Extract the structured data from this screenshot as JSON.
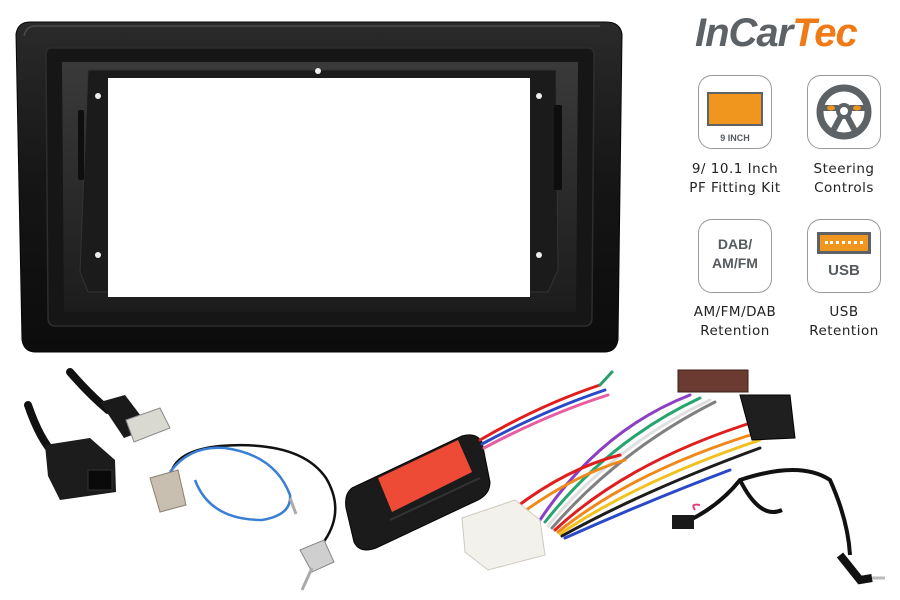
{
  "brand": {
    "logo_part1": "InCar",
    "logo_part2": "Tec",
    "color_gray": "#5d6266",
    "color_orange": "#f07a16"
  },
  "features": [
    {
      "id": "fitting-kit",
      "icon": "screen-9inch-icon",
      "icon_text": "9 INCH",
      "label_line1": "9/ 10.1 Inch",
      "label_line2": "PF Fitting Kit"
    },
    {
      "id": "steering",
      "icon": "steering-wheel-icon",
      "label_line1": "Steering",
      "label_line2": "Controls"
    },
    {
      "id": "radio",
      "icon": "dab-radio-icon",
      "icon_text_line1": "DAB/",
      "icon_text_line2": "AM/FM",
      "label_line1": "AM/FM/DAB",
      "label_line2": "Retention"
    },
    {
      "id": "usb",
      "icon": "usb-port-icon",
      "icon_text": "USB",
      "label_line1": "USB",
      "label_line2": "Retention"
    }
  ],
  "products": [
    {
      "name": "9/10.1 inch fascia panel",
      "color": "#111111"
    },
    {
      "name": "USB adapter cable"
    },
    {
      "name": "DAB/AM/FM antenna adapter"
    },
    {
      "name": "Steering wheel control interface",
      "label_color": "#ee4b36"
    },
    {
      "name": "ISO wiring harness"
    },
    {
      "name": "3.5mm jack patch lead"
    }
  ],
  "accent": "#f0961e"
}
